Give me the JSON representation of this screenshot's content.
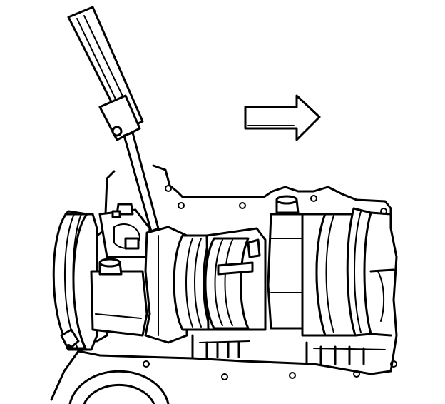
{
  "figure": {
    "ink_color": "#000000",
    "paper_color": "#ffffff",
    "components": [
      {
        "name": "pry-bar-tool",
        "icon": "pry-bar-icon"
      },
      {
        "name": "direction-arrow",
        "icon": "arrow-right-icon"
      },
      {
        "name": "engine-block",
        "icon": "engine-block-icon"
      },
      {
        "name": "crankshaft",
        "icon": "crankshaft-icon"
      },
      {
        "name": "main-bearing-cap-front",
        "icon": "bearing-cap-icon"
      },
      {
        "name": "main-bearing-cap-center",
        "icon": "bearing-cap-icon"
      },
      {
        "name": "bearing-cap-bolts",
        "icon": "bolt-icon"
      },
      {
        "name": "harmonic-balancer",
        "icon": "pulley-icon"
      }
    ]
  }
}
